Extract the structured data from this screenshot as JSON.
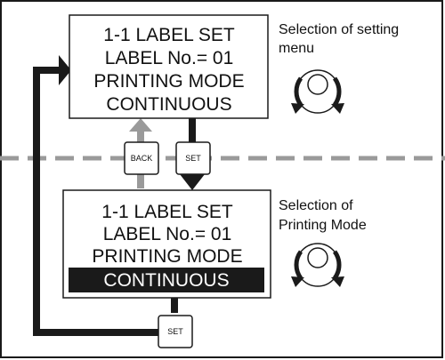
{
  "top_display": {
    "line1": "1-1 LABEL SET",
    "line2": "LABEL No.= 01",
    "line3": "PRINTING MODE",
    "line4": "CONTINUOUS"
  },
  "top_caption": {
    "line1": "Selection of setting",
    "line2": "menu"
  },
  "bottom_display": {
    "line1": "1-1 LABEL SET",
    "line2": "LABEL No.= 01",
    "line3": "PRINTING MODE",
    "line4": "CONTINUOUS"
  },
  "bottom_caption": {
    "line1": "Selection of",
    "line2": "Printing Mode"
  },
  "keys": {
    "back": "BACK",
    "set_middle": "SET",
    "set_bottom": "SET"
  },
  "icons": {
    "dial": "rotary-dial-icon"
  },
  "colors": {
    "line": "#1a1a1a",
    "back_arrow": "#9a9a9a",
    "divider": "#9a9a9a",
    "highlight": "#1a1a1a"
  }
}
